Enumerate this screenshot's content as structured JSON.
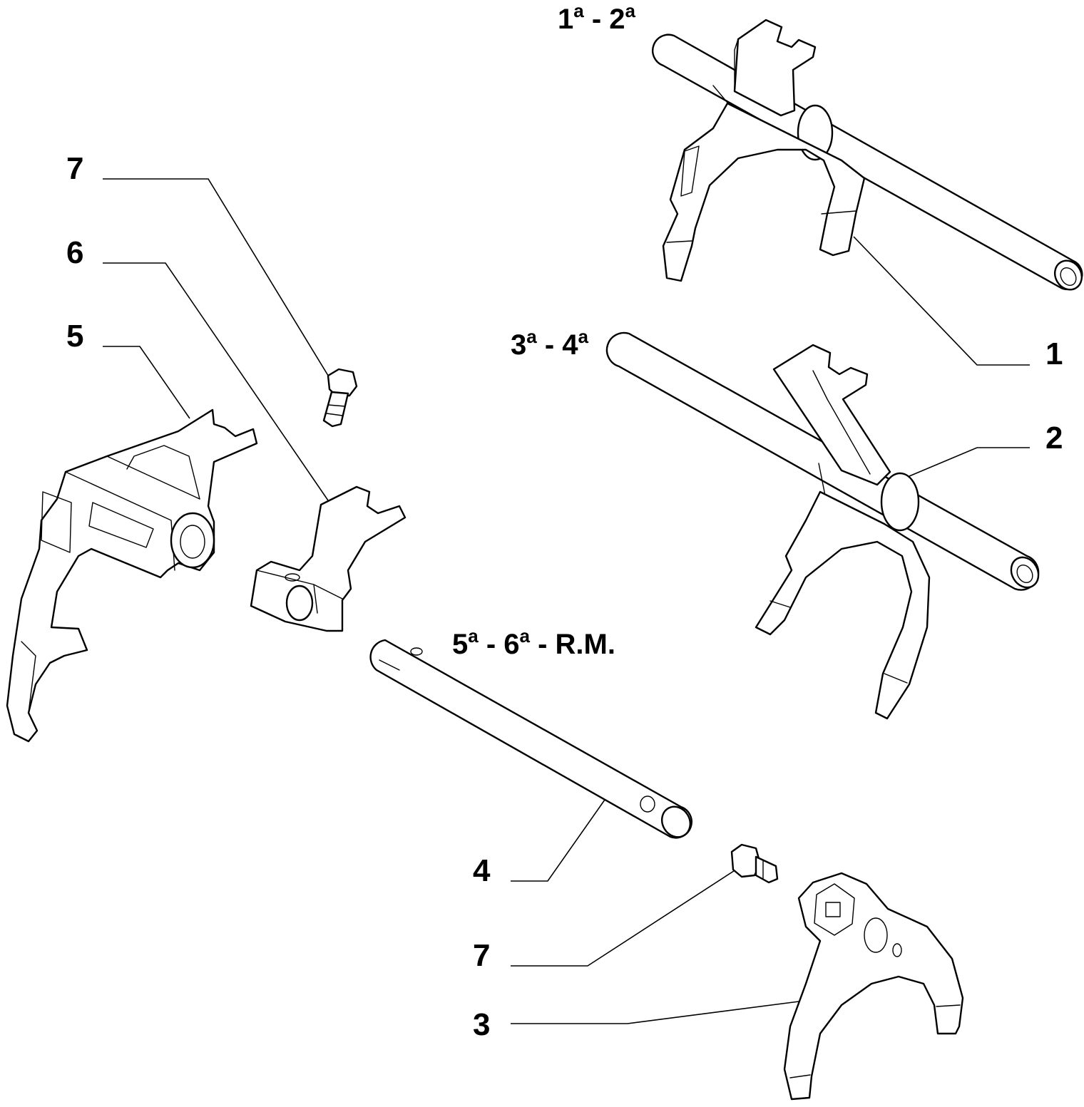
{
  "gear_labels": {
    "g12": {
      "n1": "1",
      "s1": "a",
      "sep": " - ",
      "n2": "2",
      "s2": "a"
    },
    "g34": {
      "n1": "3",
      "s1": "a",
      "sep": " - ",
      "n2": "4",
      "s2": "a"
    },
    "g56": {
      "n1": "5",
      "s1": "a",
      "sep": " - ",
      "n2": "6",
      "s2": "a",
      "tail": " - R.M."
    }
  },
  "callouts": {
    "c1": "1",
    "c2": "2",
    "c3": "3",
    "c4": "4",
    "c5": "5",
    "c6": "6",
    "c7_top": "7",
    "c7_bottom": "7"
  }
}
